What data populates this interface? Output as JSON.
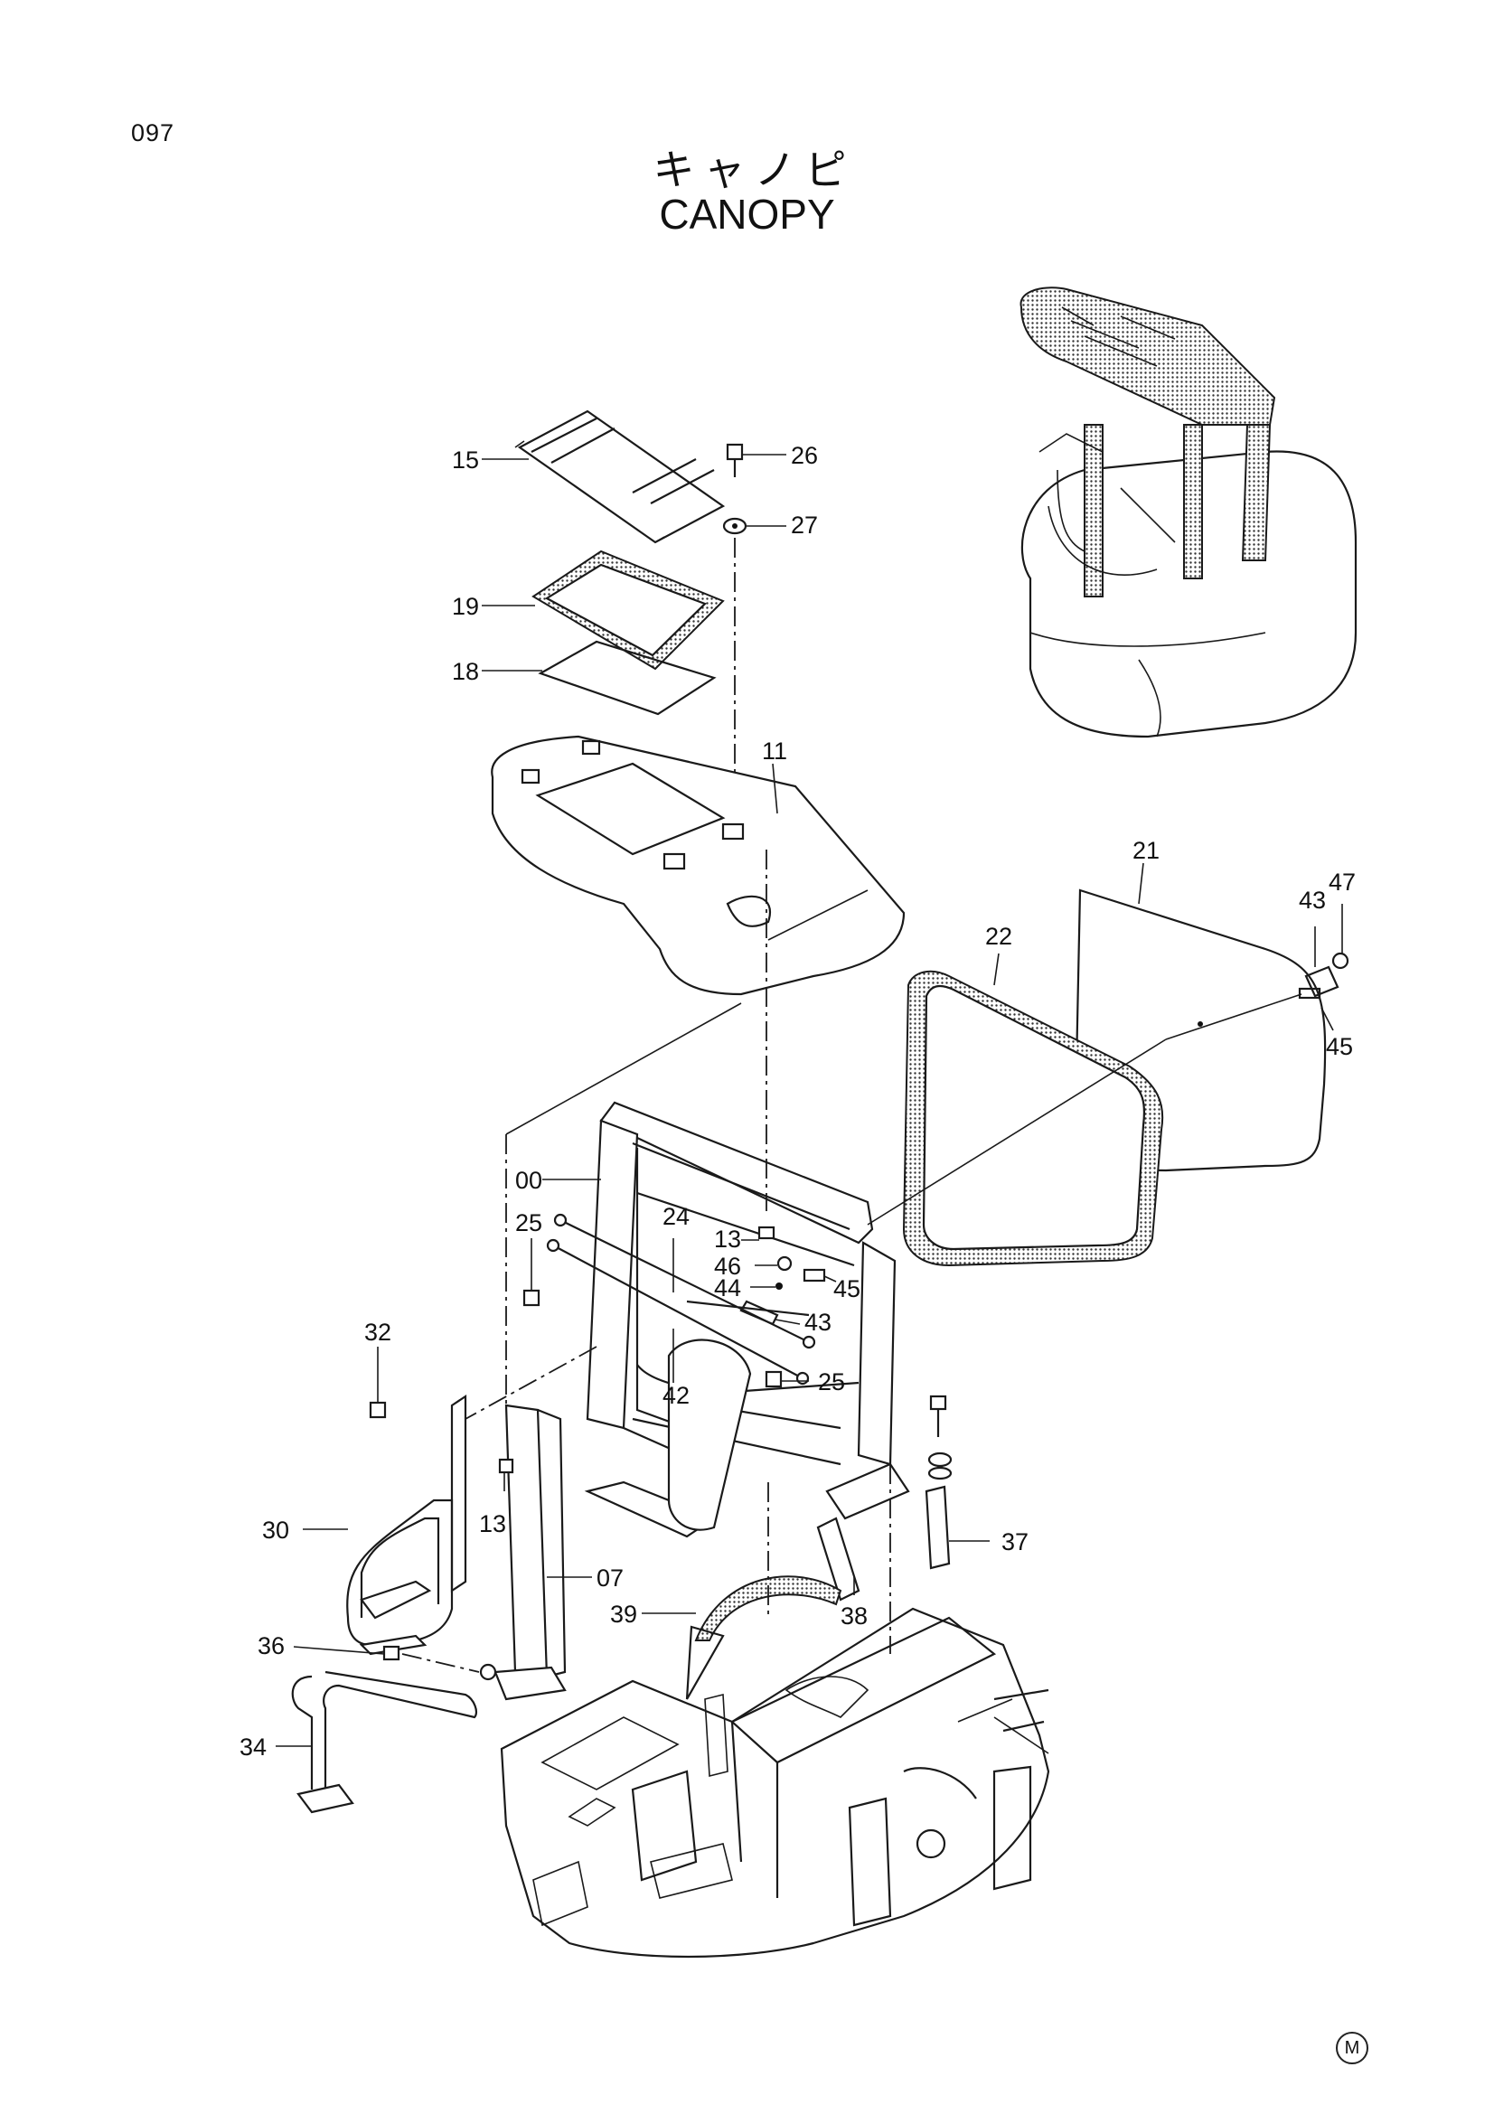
{
  "page_number": "097",
  "title_jp": "キャノピ",
  "title_en": "CANOPY",
  "mark": "M",
  "callouts": [
    "15",
    "26",
    "27",
    "19",
    "18",
    "11",
    "21",
    "47",
    "43",
    "45",
    "22",
    "00",
    "25",
    "24",
    "13",
    "46",
    "44",
    "45",
    "43",
    "42",
    "25",
    "32",
    "30",
    "13",
    "07",
    "37",
    "38",
    "39",
    "36",
    "34"
  ]
}
